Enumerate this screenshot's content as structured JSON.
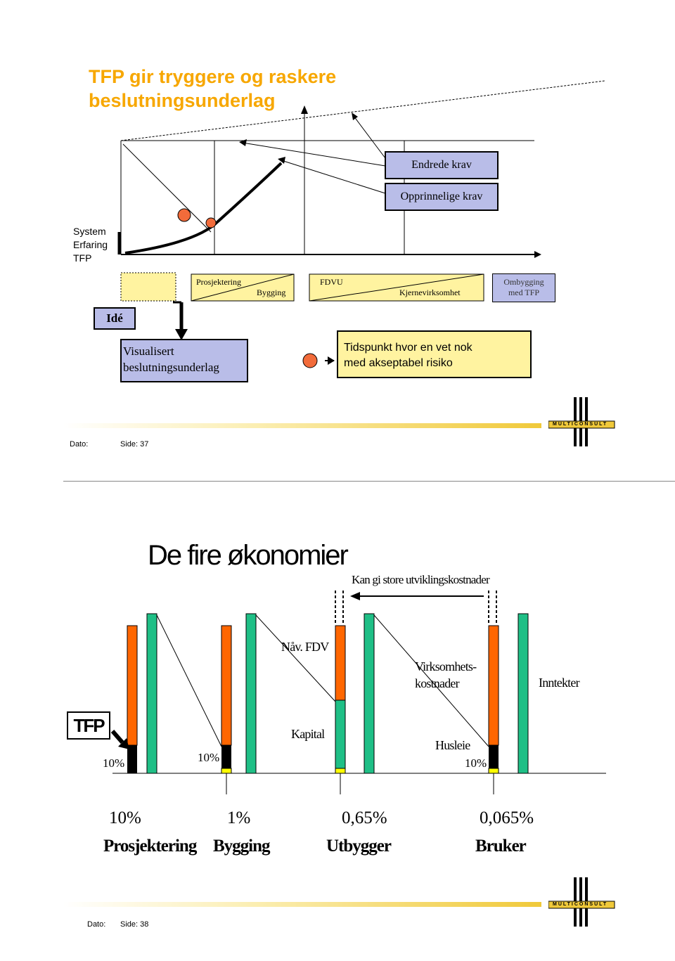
{
  "slide1": {
    "title_line1": "TFP gir tryggere og raskere",
    "title_line2": "beslutningsunderlag",
    "box_endrede": "Endrede krav",
    "box_opprinnelige": "Opprinnelige krav",
    "left_labels": [
      "System",
      "Erfaring",
      "TFP"
    ],
    "phase_prosjektering": "Prosjektering",
    "phase_bygging": "Bygging",
    "phase_fdvu": "FDVU",
    "phase_kjerne": "Kjernevirksomhet",
    "phase_ombygging_1": "Ombygging",
    "phase_ombygging_2": "med TFP",
    "ide": "Idé",
    "visualisert_1": "Visualisert",
    "visualisert_2": "beslutningsunderlag",
    "tidspunkt_1": "Tidspunkt hvor en vet nok",
    "tidspunkt_2": "med akseptabel risiko",
    "footer_dato": "Dato:",
    "footer_side": "Side: 37",
    "logo_text": "MULTICONSULT"
  },
  "slide2": {
    "title": "De fire økonomier",
    "kan_gi": "Kan gi store utviklingskostnader",
    "naav_fdv": "Nåv. FDV",
    "virksomhets_1": "Virksomhets-",
    "virksomhets_2": "kostnader",
    "inntekter": "Inntekter",
    "tfp": "TFP",
    "kapital": "Kapital",
    "husleie": "Husleie",
    "pct_left": "10%",
    "pct_mid": "10%",
    "pct_right": "10%",
    "flow_1": "10%",
    "flow_2": "1%",
    "flow_3": "0,65%",
    "flow_4": "0,065%",
    "role_1": "Prosjektering",
    "role_2": "Bygging",
    "role_3": "Utbygger",
    "role_4": "Bruker",
    "footer_dato": "Dato:",
    "footer_side": "Side: 38",
    "logo_text": "MULTICONSULT"
  },
  "colors": {
    "title_orange": "#f7a700",
    "bar_orange": "#ff6600",
    "bar_green": "#1fbf86",
    "box_lavender": "#b9bde8",
    "box_yellow": "#fff3a0",
    "circle_orange": "#f26b3a",
    "gold_stripe": "#f0c93a"
  }
}
